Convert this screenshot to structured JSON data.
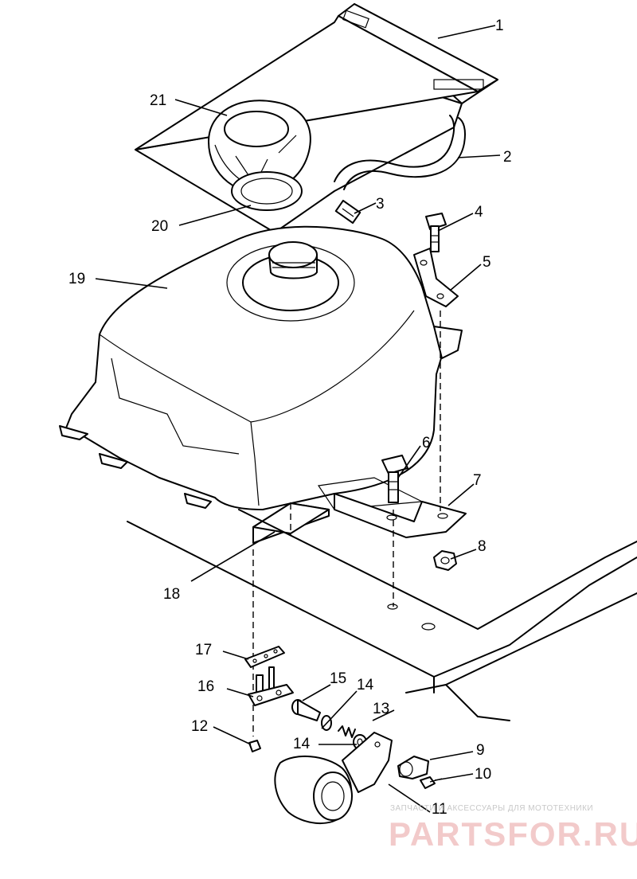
{
  "callouts": [
    "1",
    "2",
    "3",
    "4",
    "5",
    "6",
    "7",
    "8",
    "9",
    "10",
    "11",
    "12",
    "13",
    "14",
    "15",
    "16",
    "17",
    "18",
    "19",
    "20",
    "21",
    "14"
  ],
  "watermark": {
    "tagline": "ЗАПЧАСТИ И АКСЕССУАРЫ ДЛЯ МОТОТЕХНИКИ",
    "brand": "PARTSFOR.RU",
    "color": "#e8a0a0"
  }
}
